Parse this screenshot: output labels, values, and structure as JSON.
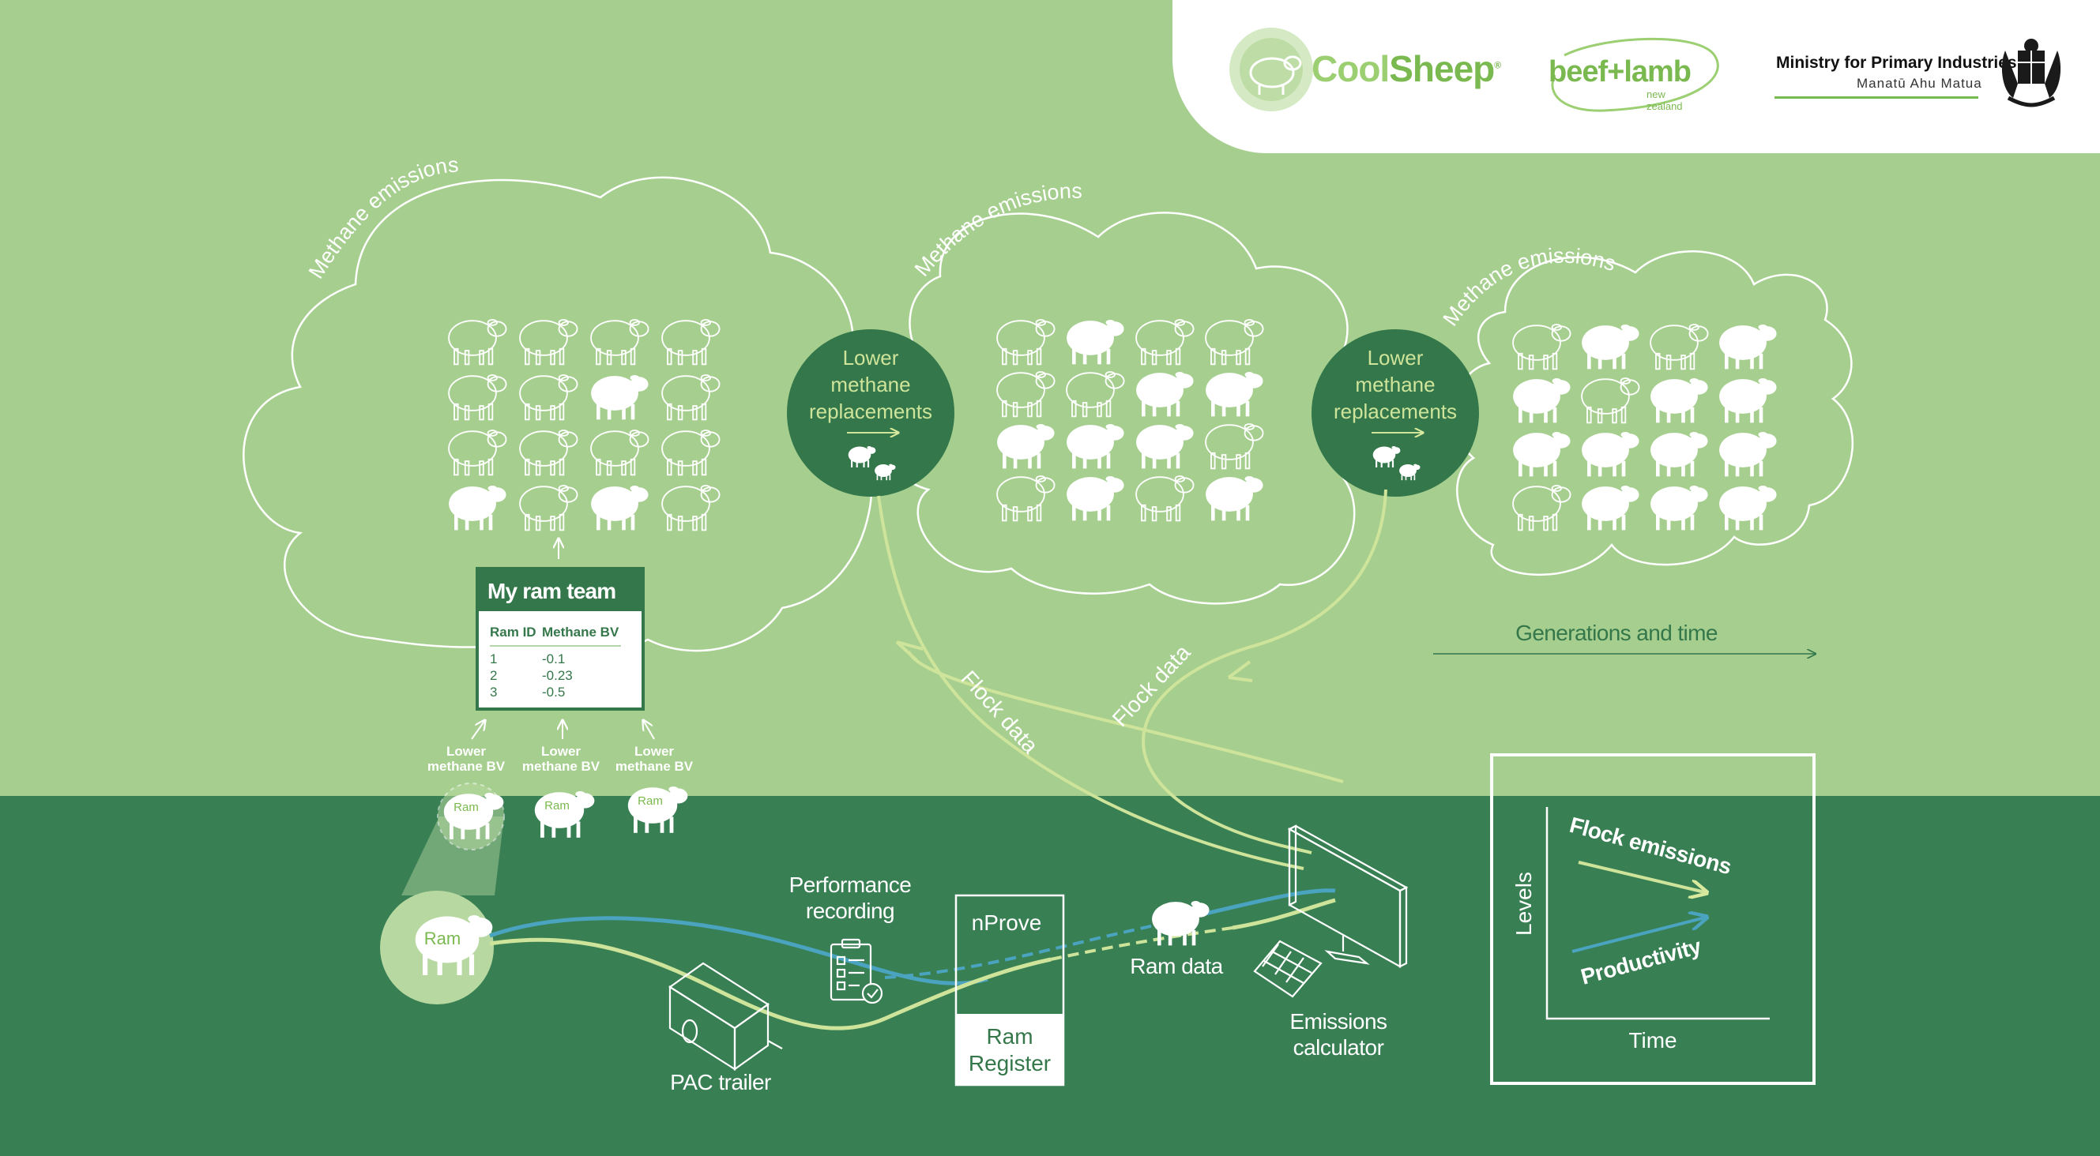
{
  "logos": {
    "coolsheep": {
      "text_a": "Cool",
      "text_b": "Sheep",
      "mark": "®"
    },
    "beef_lamb": {
      "main": "beef+lamb",
      "sub": "new zealand"
    },
    "mpi": {
      "title": "Ministry for Primary Industries",
      "subtitle": "Manatū Ahu Matua"
    }
  },
  "clouds": {
    "label": "Methane emissions"
  },
  "replacement": {
    "line1": "Lower",
    "line2": "methane",
    "line3": "replacements"
  },
  "ram_team": {
    "title": "My ram team",
    "col_id": "Ram ID",
    "col_bv": "Methane BV",
    "rows": [
      {
        "id": "1",
        "bv": "-0.1"
      },
      {
        "id": "2",
        "bv": "-0.23"
      },
      {
        "id": "3",
        "bv": "-0.5"
      }
    ]
  },
  "rams": {
    "label_line1": "Lower",
    "label_line2": "methane BV",
    "tag": "Ram"
  },
  "flows": {
    "flock_data_1": "Flock data",
    "flock_data_2": "Flock data",
    "generations": "Generations and time",
    "performance_1": "Performance",
    "performance_2": "recording",
    "pac_trailer": "PAC trailer",
    "nprove": "nProve",
    "ram_register_1": "Ram",
    "ram_register_2": "Register",
    "ram_data": "Ram data",
    "emissions_1": "Emissions",
    "emissions_2": "calculator"
  },
  "mini_chart": {
    "ylabel": "Levels",
    "xlabel": "Time",
    "line_emissions": "Flock emissions",
    "line_productivity": "Productivity"
  },
  "colors": {
    "upper_bg": "#a6cf8f",
    "lower_bg": "#397f54",
    "dark_green": "#34774a",
    "pale_circle": "#b7d9a1",
    "blue_line": "#4aa3bf",
    "lime_line": "#cfe49b"
  }
}
